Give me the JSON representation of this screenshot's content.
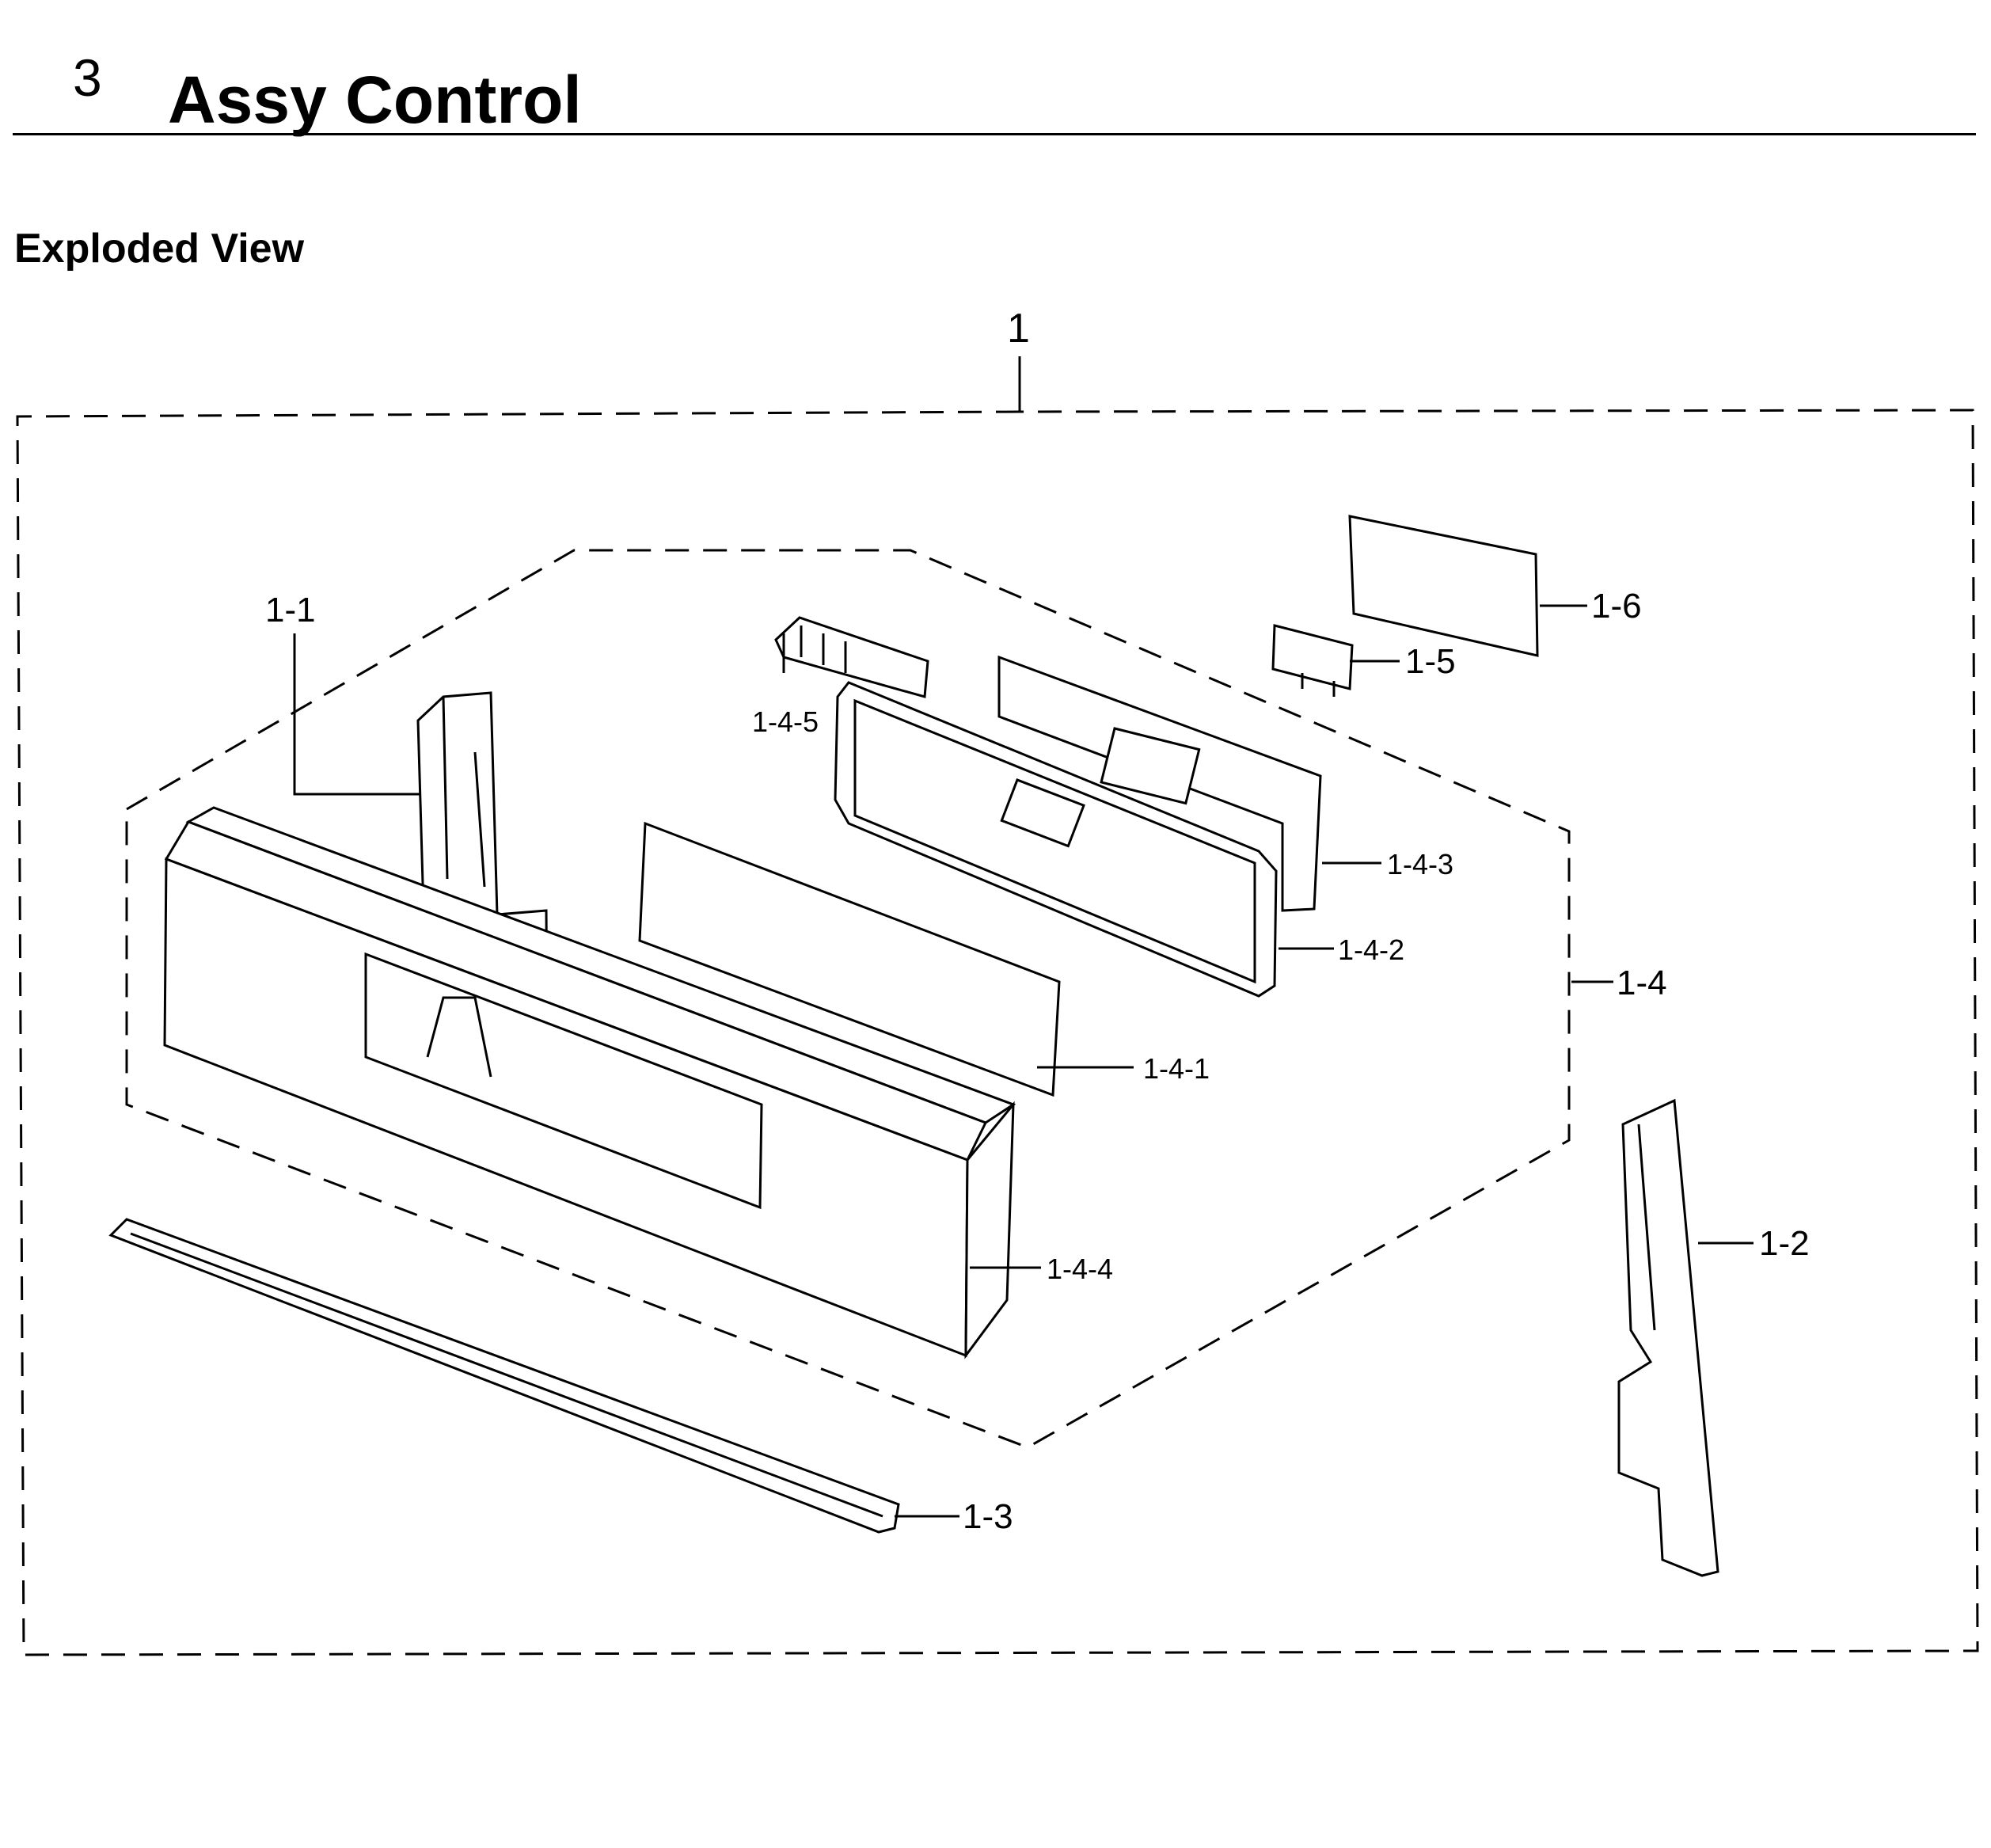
{
  "header": {
    "section_number": "3",
    "section_title": "Assy Control"
  },
  "subheading": "Exploded View",
  "callouts": {
    "c1": "1",
    "c1_1": "1-1",
    "c1_2": "1-2",
    "c1_3": "1-3",
    "c1_4": "1-4",
    "c1_4_1": "1-4-1",
    "c1_4_2": "1-4-2",
    "c1_4_3": "1-4-3",
    "c1_4_4": "1-4-4",
    "c1_4_5": "1-4-5",
    "c1_5": "1-5",
    "c1_6": "1-6"
  }
}
